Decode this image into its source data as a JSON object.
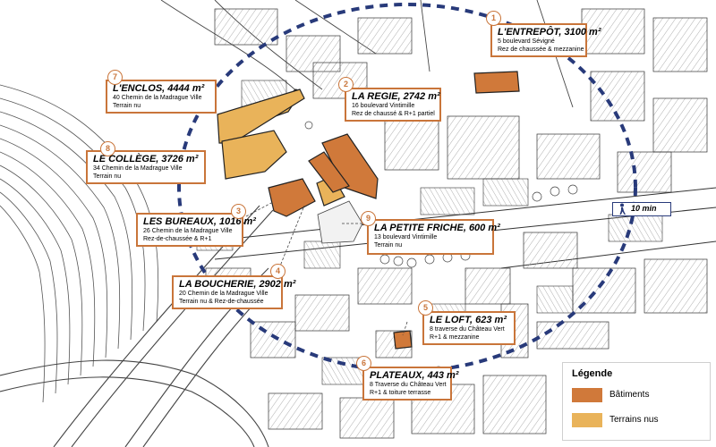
{
  "colors": {
    "buildings": "#d0793a",
    "bare_land": "#e9b35a",
    "label_border": "#c9753a",
    "walk_circle": "#283a7a"
  },
  "sites": [
    {
      "num": "1",
      "name": "L'ENTREPÔT,",
      "area": "3100 m²",
      "line1": "5 boulevard Sévigné",
      "line2": "Rez de chaussée & mezzanine"
    },
    {
      "num": "2",
      "name": "LA REGIE,",
      "area": "2742 m²",
      "line1": "16 boulevard Vintimille",
      "line2": "Rez de chaussé & R+1 partiel"
    },
    {
      "num": "3",
      "name": "LES BUREAUX,",
      "area": "1016 m²",
      "line1": "26 Chemin de la Madrague Ville",
      "line2": "Rez-de-chaussée & R+1"
    },
    {
      "num": "4",
      "name": "LA BOUCHERIE,",
      "area": "2902 m²",
      "line1": "20 Chemin de la Madrague Ville",
      "line2": "Terrain nu & Rez-de-chaussée"
    },
    {
      "num": "5",
      "name": "LE LOFT,",
      "area": "623 m²",
      "line1": "8 traverse du Château Vert",
      "line2": "R+1 & mezzanine"
    },
    {
      "num": "6",
      "name": "PLATEAUX,",
      "area": "443 m²",
      "line1": "8 Traverse du Château Vert",
      "line2": "R+1 & toiture terrasse"
    },
    {
      "num": "7",
      "name": "L'ENCLOS,",
      "area": "4444 m²",
      "line1": "40 Chemin de la Madrague Ville",
      "line2": "Terrain nu"
    },
    {
      "num": "8",
      "name": "LE COLLÈGE,",
      "area": "3726 m²",
      "line1": "34 Chemin de la Madrague Ville",
      "line2": "Terrain nu"
    },
    {
      "num": "9",
      "name": "LA PETITE FRICHE,",
      "area": "600 m²",
      "line1": "13 boulevard Vintimille",
      "line2": "Terrain nu"
    }
  ],
  "walk": {
    "label": "10 min",
    "icon": "pedestrian-icon"
  },
  "legend": {
    "title": "Légende",
    "items": [
      {
        "label": "Bâtiments",
        "color": "#d0793a"
      },
      {
        "label": "Terrains nus",
        "color": "#e9b35a"
      }
    ]
  }
}
